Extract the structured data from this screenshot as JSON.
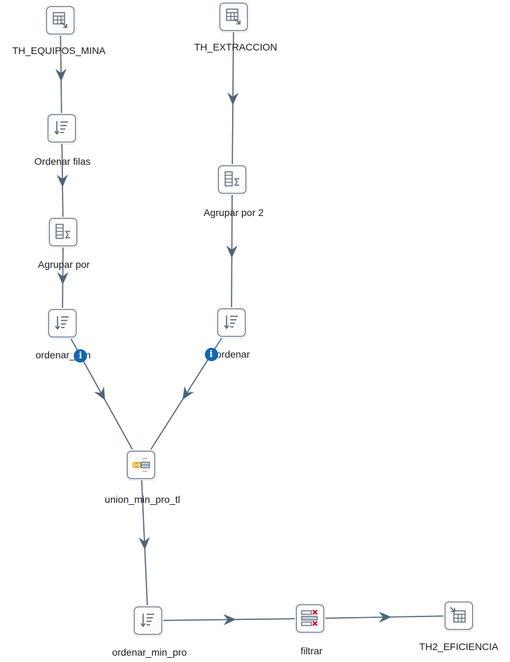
{
  "steps": {
    "th_equipos_mina": {
      "label": "TH_EQUIPOS_MINA",
      "icon": "table-input-icon"
    },
    "th_extraccion": {
      "label": "TH_EXTRACCION",
      "icon": "table-input-icon"
    },
    "ordenar_filas": {
      "label": "Ordenar filas",
      "icon": "sort-rows-icon"
    },
    "agrupar_por_2": {
      "label": "Agrupar por 2",
      "icon": "group-by-icon"
    },
    "agrupar_por": {
      "label": "Agrupar por",
      "icon": "group-by-icon"
    },
    "ordenar_min": {
      "label": "ordenar_min",
      "icon": "sort-rows-icon"
    },
    "ordenar": {
      "label": "ordenar",
      "icon": "sort-rows-icon"
    },
    "union_min_pro_tl": {
      "label": "union_min_pro_tl",
      "icon": "merge-join-icon"
    },
    "ordenar_min_pro": {
      "label": "ordenar_min_pro",
      "icon": "sort-rows-icon"
    },
    "filtrar": {
      "label": "filtrar",
      "icon": "filter-rows-icon"
    },
    "th2_eficiencia": {
      "label": "TH2_EFICIENCIA",
      "icon": "table-output-icon"
    }
  },
  "hops": [
    {
      "from": "th_equipos_mina",
      "to": "ordenar_filas"
    },
    {
      "from": "ordenar_filas",
      "to": "agrupar_por"
    },
    {
      "from": "agrupar_por",
      "to": "ordenar_min"
    },
    {
      "from": "ordenar_min",
      "to": "union_min_pro_tl",
      "info": true
    },
    {
      "from": "th_extraccion",
      "to": "agrupar_por_2"
    },
    {
      "from": "agrupar_por_2",
      "to": "ordenar"
    },
    {
      "from": "ordenar",
      "to": "union_min_pro_tl",
      "info": true
    },
    {
      "from": "union_min_pro_tl",
      "to": "ordenar_min_pro"
    },
    {
      "from": "ordenar_min_pro",
      "to": "filtrar"
    },
    {
      "from": "filtrar",
      "to": "th2_eficiencia"
    }
  ],
  "info_glyph": "i",
  "colors": {
    "hop": "#4f6478",
    "info": "#1366ae",
    "step_border": "#5a6a7a",
    "merge_yellow": "#e8a317",
    "filter_red": "#d0021b"
  }
}
